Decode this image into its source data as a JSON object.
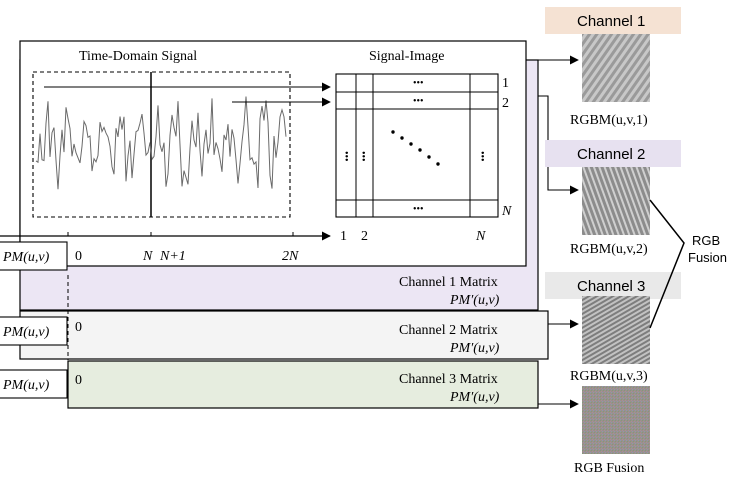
{
  "signal_panel": {
    "title": "Time-Domain Signal",
    "axis_ticks": [
      "0",
      "N",
      "N+1",
      "2N"
    ]
  },
  "image_panel": {
    "title": "Signal-Image",
    "row_labels": [
      "1",
      "2",
      "N"
    ],
    "col_labels": [
      "1",
      "2",
      "N"
    ],
    "ellipsis": "•••"
  },
  "layers": [
    {
      "pm_label": "PM(u,v)",
      "zero": "0",
      "matrix_label": "Channel 1 Matrix",
      "matrix_formula": "PM′(u,v)",
      "color": "#ece6f4"
    },
    {
      "pm_label": "PM(u,v)",
      "zero": "0",
      "matrix_label": "Channel 2 Matrix",
      "matrix_formula": "PM′(u,v)",
      "color": "#f4f4f4"
    },
    {
      "pm_label": "PM(u,v)",
      "zero": "0",
      "matrix_label": "Channel 3 Matrix",
      "matrix_formula": "PM′(u,v)",
      "color": "#e6eddf"
    }
  ],
  "outputs": [
    {
      "header": "Channel 1",
      "header_color": "#f5e2d3",
      "caption": "RGBM(u,v,1)"
    },
    {
      "header": "Channel 2",
      "header_color": "#e7e1f0",
      "caption": "RGBM(u,v,2)"
    },
    {
      "header": "Channel 3",
      "header_color": "#e9e9e9",
      "caption": "RGBM(u,v,3)"
    },
    {
      "header": "",
      "header_color": "",
      "caption": "RGB Fusion"
    }
  ],
  "fusion": {
    "line1": "RGB",
    "line2": "Fusion"
  }
}
